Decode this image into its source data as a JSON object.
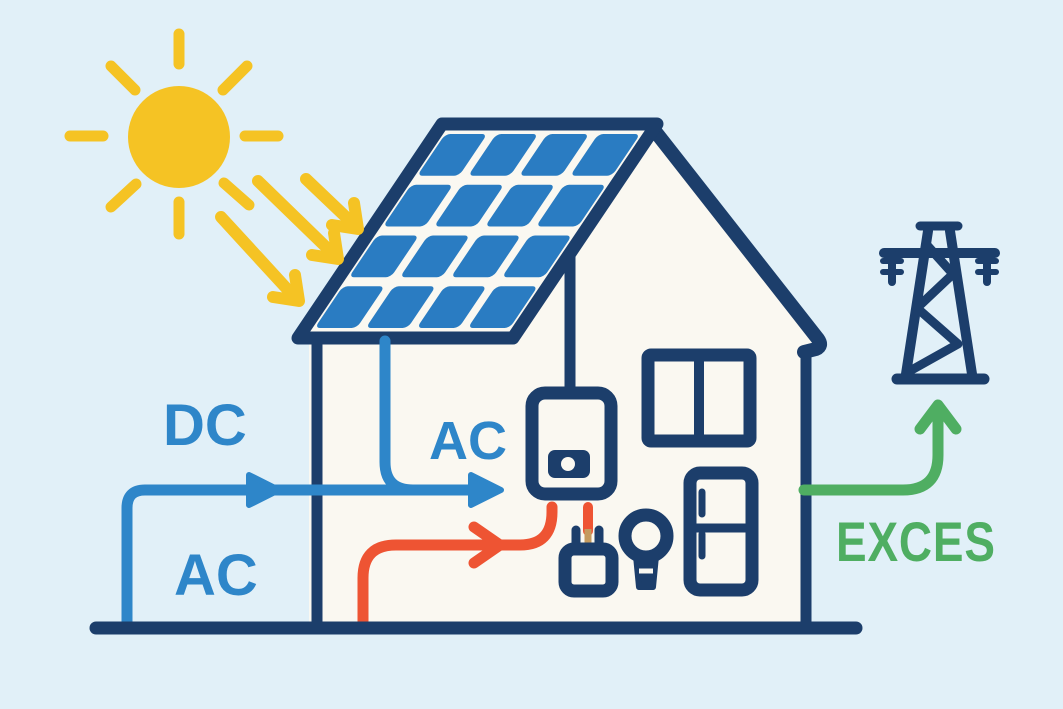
{
  "scene": {
    "title": "Solar energy home power flow diagram",
    "background": "#e1f0f8",
    "labels": {
      "dc": "DC",
      "ac_left": "AC",
      "ac_inverter": "AC",
      "excess": "EXCES"
    },
    "colors": {
      "outline_navy": "#1c3e6b",
      "house_fill": "#faf8f1",
      "panel_cell_blue": "#2a7cc2",
      "sun_yellow": "#f5c324",
      "wire_blue": "#2e86c9",
      "wire_orange": "#ee5433",
      "wire_green": "#4fae62",
      "cord_tan": "#c49a5f"
    },
    "icons": [
      "sun-icon",
      "sunlight-arrow-icon",
      "solar-panel-icon",
      "house-icon",
      "window-icon",
      "inverter-icon",
      "power-plug-icon",
      "lightbulb-icon",
      "refrigerator-icon",
      "transmission-tower-icon"
    ]
  }
}
